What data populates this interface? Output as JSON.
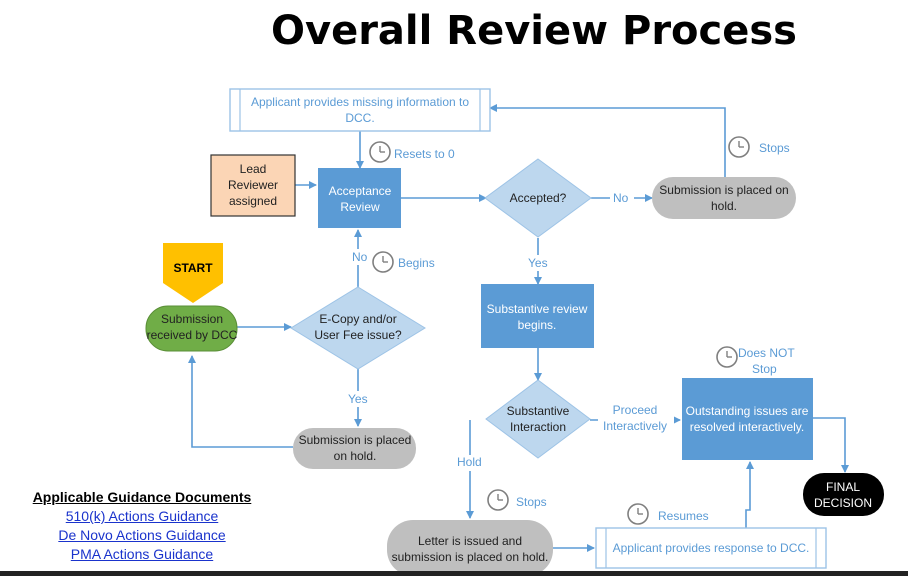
{
  "title": "Overall Review Process",
  "nodes": {
    "start": "START",
    "submission_received": [
      "Submission",
      "received by DCC"
    ],
    "ecopy_decision": [
      "E-Copy and/or",
      "User Fee issue?"
    ],
    "hold_left": [
      "Submission is placed",
      "on hold."
    ],
    "acceptance_review": [
      "Acceptance",
      "Review"
    ],
    "lead_reviewer": [
      "Lead",
      "Reviewer",
      "assigned"
    ],
    "applicant_missing": [
      "Applicant provides missing information to",
      "DCC."
    ],
    "accepted_decision": "Accepted?",
    "hold_right": [
      "Submission is placed on",
      "hold."
    ],
    "substantive_begins": [
      "Substantive review",
      "begins."
    ],
    "substantive_interaction": [
      "Substantive",
      "Interaction"
    ],
    "outstanding_issues": [
      "Outstanding issues are",
      "resolved interactively."
    ],
    "final_decision": [
      "FINAL",
      "DECISION"
    ],
    "letter_issued": [
      "Letter is issued and",
      "submission is placed on hold."
    ],
    "applicant_response": "Applicant provides response to DCC."
  },
  "labels": {
    "resets": "Resets to 0",
    "begins": "Begins",
    "stops_top": "Stops",
    "does_not_stop": [
      "Does NOT",
      "Stop"
    ],
    "stops_bottom": "Stops",
    "resumes": "Resumes",
    "no_left": "No",
    "no_right": "No",
    "yes_left": "Yes",
    "yes_mid": "Yes",
    "hold": "Hold",
    "proceed": [
      "Proceed",
      "Interactively"
    ]
  },
  "guidance": {
    "heading": "Applicable Guidance Documents",
    "links": [
      "510(k) Actions Guidance",
      "De Novo Actions Guidance",
      "PMA Actions Guidance"
    ]
  },
  "colors": {
    "blue": "#5b9bd5",
    "light_blue": "#bdd7ee",
    "green": "#70ad47",
    "gray": "#bfbfbf",
    "orange": "#fbd5b5",
    "yellow": "#ffc000",
    "black": "#000000",
    "arrow": "#5b9bd5"
  }
}
